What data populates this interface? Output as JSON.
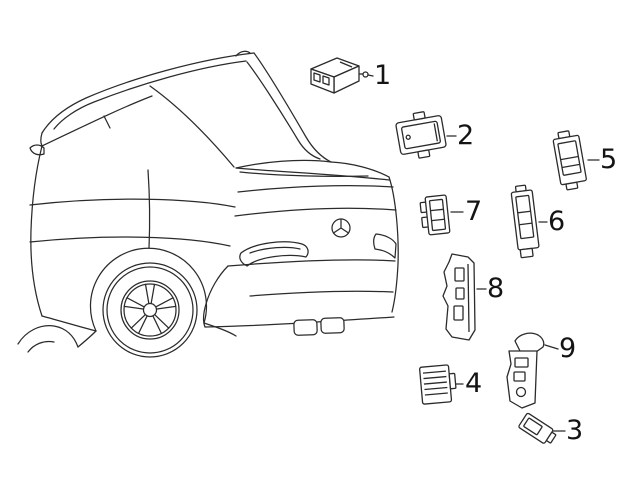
{
  "diagram": {
    "callouts": [
      {
        "label": "1"
      },
      {
        "label": "2"
      },
      {
        "label": "3"
      },
      {
        "label": "4"
      },
      {
        "label": "5"
      },
      {
        "label": "6"
      },
      {
        "label": "7"
      },
      {
        "label": "8"
      },
      {
        "label": "9"
      }
    ],
    "colors": {
      "line": "#2b2b2b",
      "label": "#141414",
      "background": "#ffffff"
    },
    "icons": {
      "car": "sedan-rear-quarter-line-art-icon",
      "emblem": "mercedes-star-icon"
    }
  }
}
